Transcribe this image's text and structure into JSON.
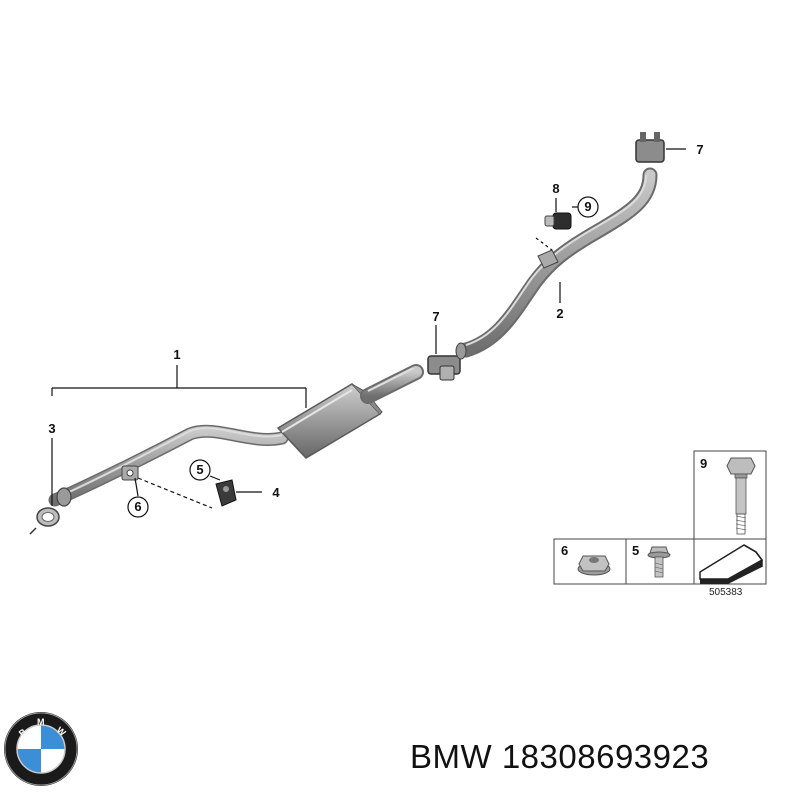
{
  "callouts": {
    "c1": "1",
    "c2": "2",
    "c3": "3",
    "c4": "4",
    "c5": "5",
    "c6": "6",
    "c7a": "7",
    "c7b": "7",
    "c8": "8",
    "c9": "9"
  },
  "legend": {
    "cell9": "9",
    "cell6": "6",
    "cell5": "5",
    "diagram_code": "505383"
  },
  "logo": {
    "name": "bmw-roundel-logo",
    "letters": "BMW"
  },
  "caption": {
    "brand": "BMW",
    "part_number": "18308693923"
  },
  "colors": {
    "pipe": "#a9a9a9",
    "pipe_dark": "#6e6e6e",
    "rubber": "#2e2e2e",
    "logo_blue": "#3a8fd6",
    "logo_ring": "#1a1a1a"
  }
}
